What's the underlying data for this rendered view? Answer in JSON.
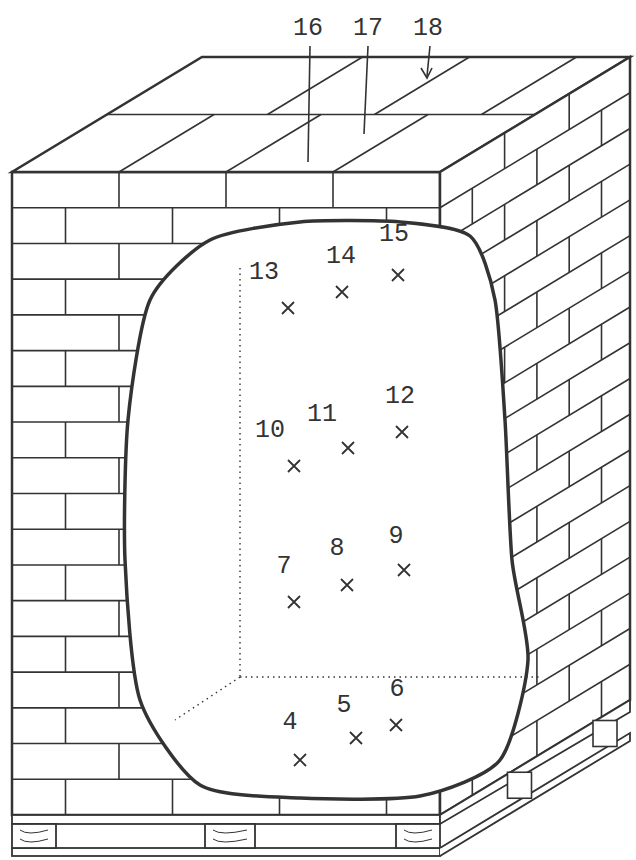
{
  "diagram": {
    "labels": [
      "16",
      "17",
      "18",
      "13",
      "14",
      "15",
      "10",
      "11",
      "12",
      "7",
      "8",
      "9",
      "4",
      "5",
      "6"
    ]
  }
}
